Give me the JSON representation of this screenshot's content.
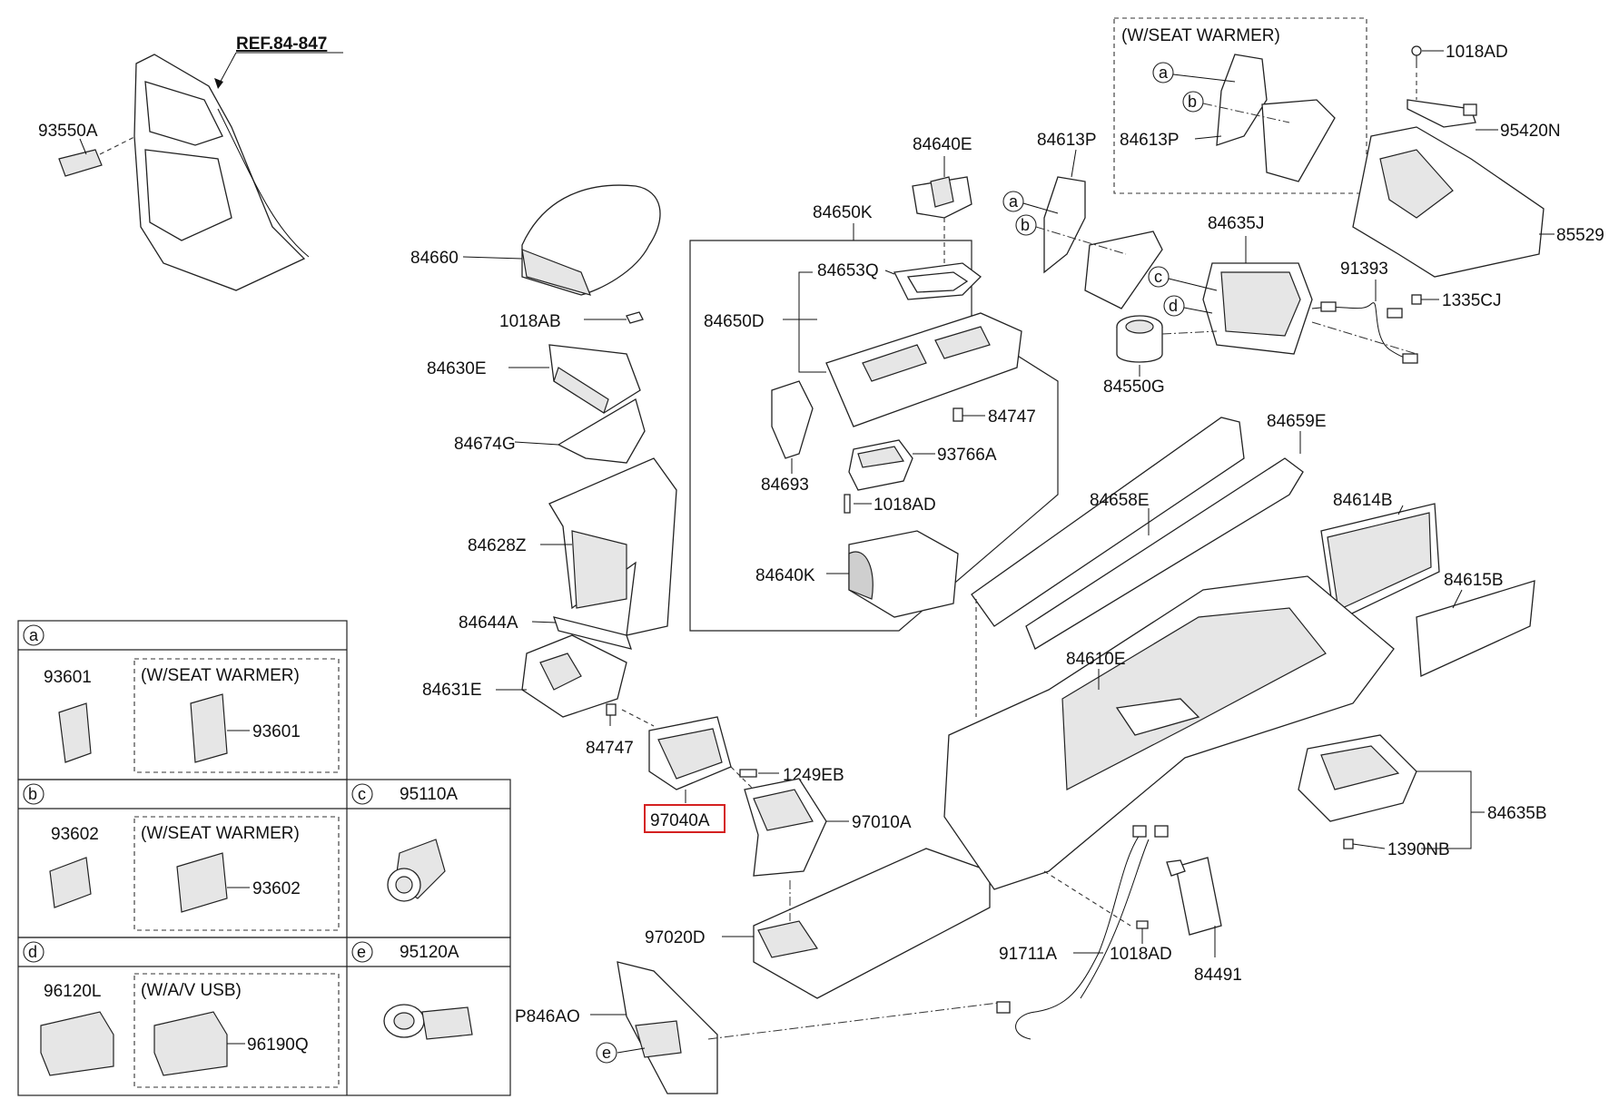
{
  "diagram": {
    "ref_label": "REF.84-847",
    "parts": {
      "p93550A": "93550A",
      "p84660": "84660",
      "p1018AB": "1018AB",
      "p84630E": "84630E",
      "p84674G": "84674G",
      "p84628Z": "84628Z",
      "p84644A": "84644A",
      "p84631E": "84631E",
      "p84747a": "84747",
      "p84640E": "84640E",
      "p84650K": "84650K",
      "p84653Q": "84653Q",
      "p84650D": "84650D",
      "p84747b": "84747",
      "p84693": "84693",
      "p93766A": "93766A",
      "p1018ADa": "1018AD",
      "p84640K": "84640K",
      "p84613Pa": "84613P",
      "p84613Pb": "84613P",
      "p84635J": "84635J",
      "p84550G": "84550G",
      "p1018ADb": "1018AD",
      "p95420N": "95420N",
      "p85529": "85529",
      "p91393": "91393",
      "p1335CJ": "1335CJ",
      "p84659E": "84659E",
      "p84658E": "84658E",
      "p84614B": "84614B",
      "p84615B": "84615B",
      "p84610E": "84610E",
      "p1249EB": "1249EB",
      "p97040A": "97040A",
      "p97010A": "97010A",
      "p97020D": "97020D",
      "pP846AO": "P846AO",
      "p84635B": "84635B",
      "p1390NB": "1390NB",
      "p91711A": "91711A",
      "p1018ADc": "1018AD",
      "p84491": "84491"
    },
    "seat_warmer_box_title": "(W/SEAT WARMER)",
    "callouts": {
      "a": "a",
      "b": "b",
      "c": "c",
      "d": "d",
      "e": "e"
    },
    "highlighted_part": "97040A"
  },
  "legend_table": {
    "a": {
      "key": "a",
      "left_part": "93601",
      "option_title": "(W/SEAT WARMER)",
      "option_part": "93601"
    },
    "b": {
      "key": "b",
      "left_part": "93602",
      "option_title": "(W/SEAT WARMER)",
      "option_part": "93602"
    },
    "c": {
      "key": "c",
      "part": "95110A"
    },
    "d": {
      "key": "d",
      "left_part": "96120L",
      "option_title": "(W/A/V  USB)",
      "option_part": "96190Q"
    },
    "e": {
      "key": "e",
      "part": "95120A"
    }
  },
  "colors": {
    "highlight": "#d42020",
    "line": "#222222"
  }
}
